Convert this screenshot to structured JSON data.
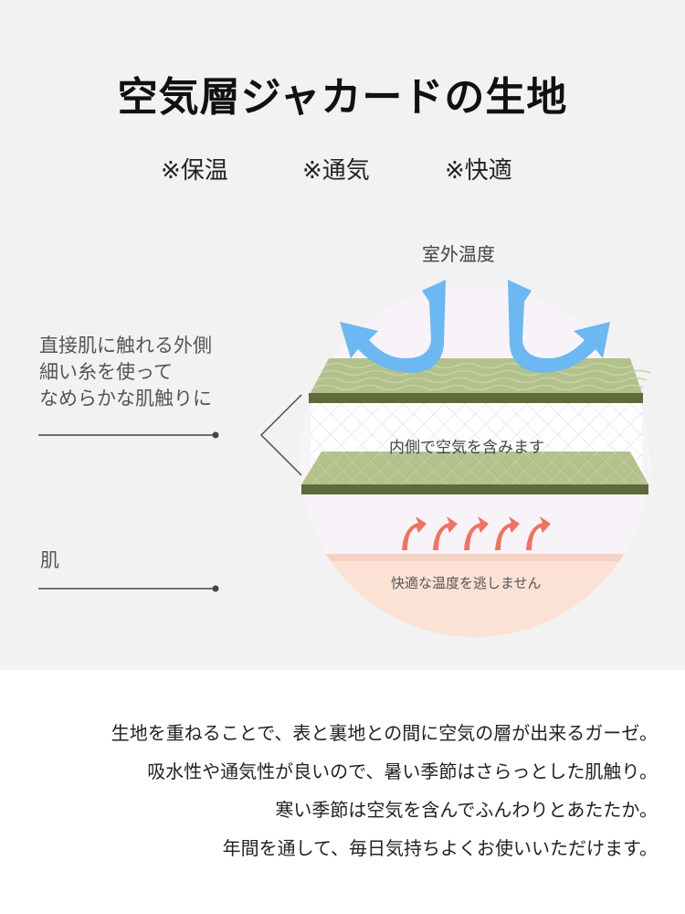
{
  "title": "空気層ジャカードの生地",
  "features": [
    "※保温",
    "※通気",
    "※快適"
  ],
  "diagram": {
    "outside_temp_label": "室外温度",
    "side_text": [
      "直接肌に触れる外側",
      "細い糸を使って",
      "なめらかな肌触りに"
    ],
    "skin_label": "肌",
    "inner_layer_label": "内側で空気を含みます",
    "comfort_label": "快適な温度を逃しません",
    "colors": {
      "fabric_green": "#b3c18c",
      "fabric_edge": "#5e6a3c",
      "arrow_blue": "#6cb8f2",
      "warm_arrow": "#ef7263",
      "skin": "#fbe2d5",
      "circle_bg": "#f7f3f8"
    }
  },
  "description": [
    "生地を重ねることで、表と裏地との間に空気の層が出来るガーゼ。",
    "吸水性や通気性が良いので、暑い季節はさらっとした肌触り。",
    "寒い季節は空気を含んでふんわりとあたたか。",
    "年間を通して、毎日気持ちよくお使いいただけます。"
  ]
}
